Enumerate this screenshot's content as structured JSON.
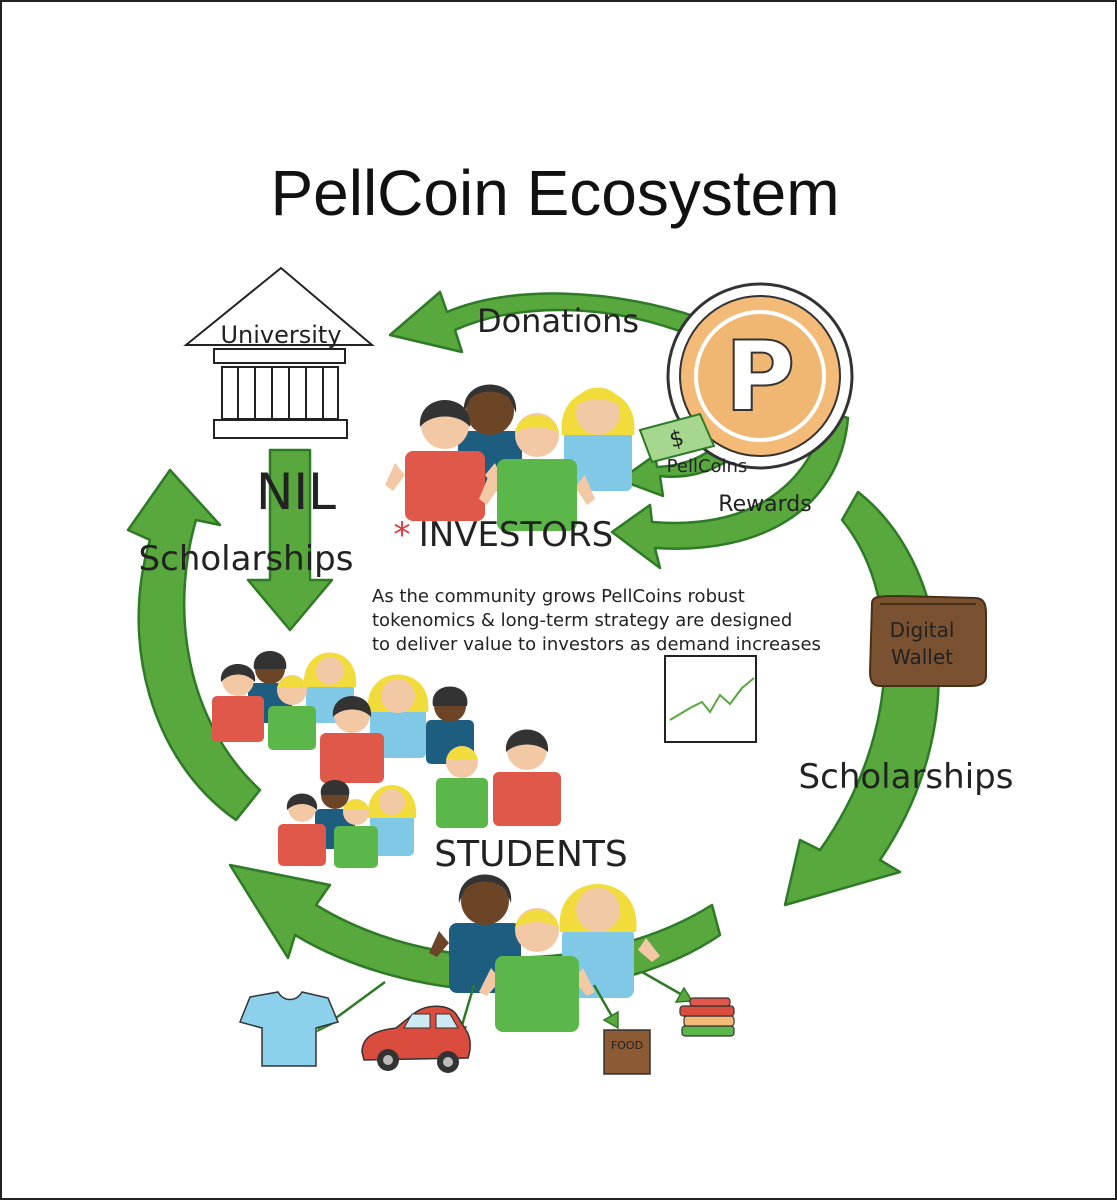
{
  "title": "PellCoin Ecosystem",
  "labels": {
    "university": "University",
    "donations": "Donations",
    "nil": "NIL",
    "scholarships_left": "Scholarships",
    "investors_marker": "*",
    "investors": "INVESTORS",
    "pellcoins": "PellCoins",
    "rewards": "Rewards",
    "digital_wallet_line1": "Digital",
    "digital_wallet_line2": "Wallet",
    "scholarships_right": "Scholarships",
    "students": "STUDENTS",
    "food": "FOOD",
    "coin_symbol": "P"
  },
  "description_lines": [
    "As the community grows PellCoins robust",
    "tokenomics & long-term strategy are designed",
    "to deliver value to investors as demand increases"
  ],
  "colors": {
    "arrow_fill": "#58a83e",
    "arrow_stroke": "#2e7a26",
    "coin_outer": "#f3bb77",
    "coin_inner": "#f0b772",
    "wallet": "#7b5231",
    "food_box": "#8c5a33",
    "accent_red": "#e03a3a",
    "shirt_red": "#e0584a",
    "shirt_green": "#5bb74a",
    "shirt_blue": "#7fc9e6",
    "shirt_navy": "#1d5d80",
    "hair_blond": "#f2dc3c",
    "hair_dark": "#333333",
    "skin": "#f2c9a4",
    "skin_dark": "#6b4526",
    "car_red": "#d94c3e",
    "tshirt_blue": "#8cd1ec"
  },
  "icons": [
    "bitcoin-coin-icon",
    "dollar-bill-icon",
    "wallet-icon",
    "growth-chart-icon",
    "tshirt-icon",
    "car-icon",
    "food-box-icon",
    "books-icon",
    "university-building-icon"
  ]
}
